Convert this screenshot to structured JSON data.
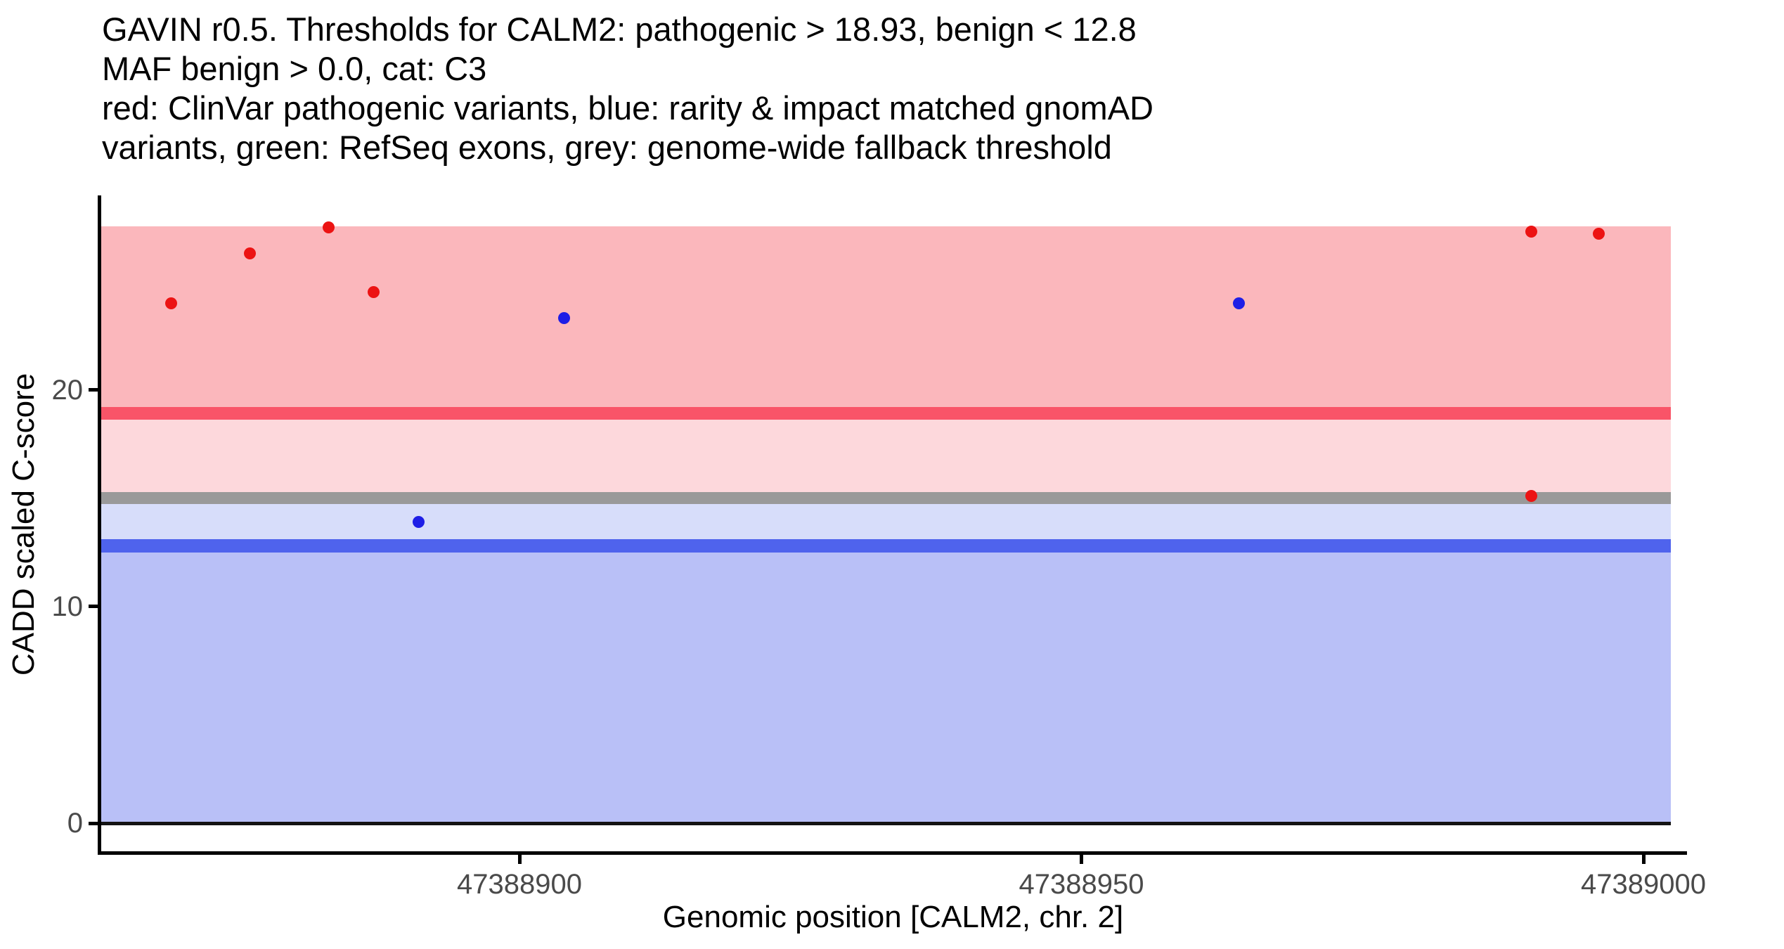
{
  "chart_data": {
    "type": "scatter",
    "title_lines": [
      "GAVIN r0.5. Thresholds for CALM2: pathogenic > 18.93, benign < 12.8",
      "MAF benign > 0.0, cat: C3",
      "red: ClinVar pathogenic variants, blue: rarity & impact matched gnomAD",
      "variants, green: RefSeq exons, grey: genome-wide fallback threshold"
    ],
    "xlabel": "Genomic position [CALM2, chr. 2]",
    "ylabel": "CADD scaled C-score",
    "gene": "CALM2",
    "chromosome": "2",
    "gavin_version": "r0.5",
    "category": "C3",
    "maf_benign": 0.0,
    "grid": false,
    "legend_position": "none",
    "x_axis": {
      "range": [
        47388863,
        47389002
      ],
      "ticks": [
        {
          "value": 47388900,
          "label": "47388900"
        },
        {
          "value": 47388950,
          "label": "47388950"
        },
        {
          "value": 47389000,
          "label": "47389000"
        }
      ]
    },
    "y_axis": {
      "range": [
        -1.3,
        29.0
      ],
      "ticks": [
        {
          "value": 0,
          "label": "0"
        },
        {
          "value": 10,
          "label": "10"
        },
        {
          "value": 20,
          "label": "20"
        }
      ]
    },
    "thresholds": {
      "pathogenic": 18.93,
      "benign": 12.8,
      "genome_wide_fallback": 15.0
    },
    "bands": [
      {
        "name": "pathogenic-band",
        "y_from": 18.93,
        "y_to": 27.55,
        "color": "#FBB7BC"
      },
      {
        "name": "pathogenic-fallback-band",
        "y_from": 15.0,
        "y_to": 18.93,
        "color": "#FDD8DC"
      },
      {
        "name": "benign-fallback-band",
        "y_from": 12.8,
        "y_to": 15.0,
        "color": "#D7DDFA"
      },
      {
        "name": "benign-band",
        "y_from": 0,
        "y_to": 12.8,
        "color": "#B9C0F7"
      }
    ],
    "threshold_lines": [
      {
        "name": "pathogenic-threshold-line",
        "y": 18.93,
        "color": "#F95468",
        "thickness": 18
      },
      {
        "name": "fallback-threshold-line",
        "y": 15.0,
        "color": "#999999",
        "thickness": 17
      },
      {
        "name": "benign-threshold-line",
        "y": 12.8,
        "color": "#4F63ED",
        "thickness": 19
      },
      {
        "name": "zero-baseline",
        "y": 0,
        "color": "#141414",
        "thickness": 5
      }
    ],
    "series": [
      {
        "name": "clinvar-pathogenic-variant",
        "legend": "ClinVar pathogenic variants",
        "color": "#EC1313",
        "points": [
          {
            "x": 47388869,
            "y": 24.0
          },
          {
            "x": 47388876,
            "y": 26.3
          },
          {
            "x": 47388883,
            "y": 27.5
          },
          {
            "x": 47388887,
            "y": 24.5
          },
          {
            "x": 47388990,
            "y": 27.3
          },
          {
            "x": 47388996,
            "y": 27.2
          },
          {
            "x": 47388990,
            "y": 15.1
          }
        ]
      },
      {
        "name": "gnomad-matched-variant",
        "legend": "rarity & impact matched gnomAD variants",
        "color": "#1E1EE6",
        "points": [
          {
            "x": 47388904,
            "y": 23.3
          },
          {
            "x": 47388891,
            "y": 13.9
          },
          {
            "x": 47388964,
            "y": 24.0
          }
        ]
      }
    ]
  }
}
